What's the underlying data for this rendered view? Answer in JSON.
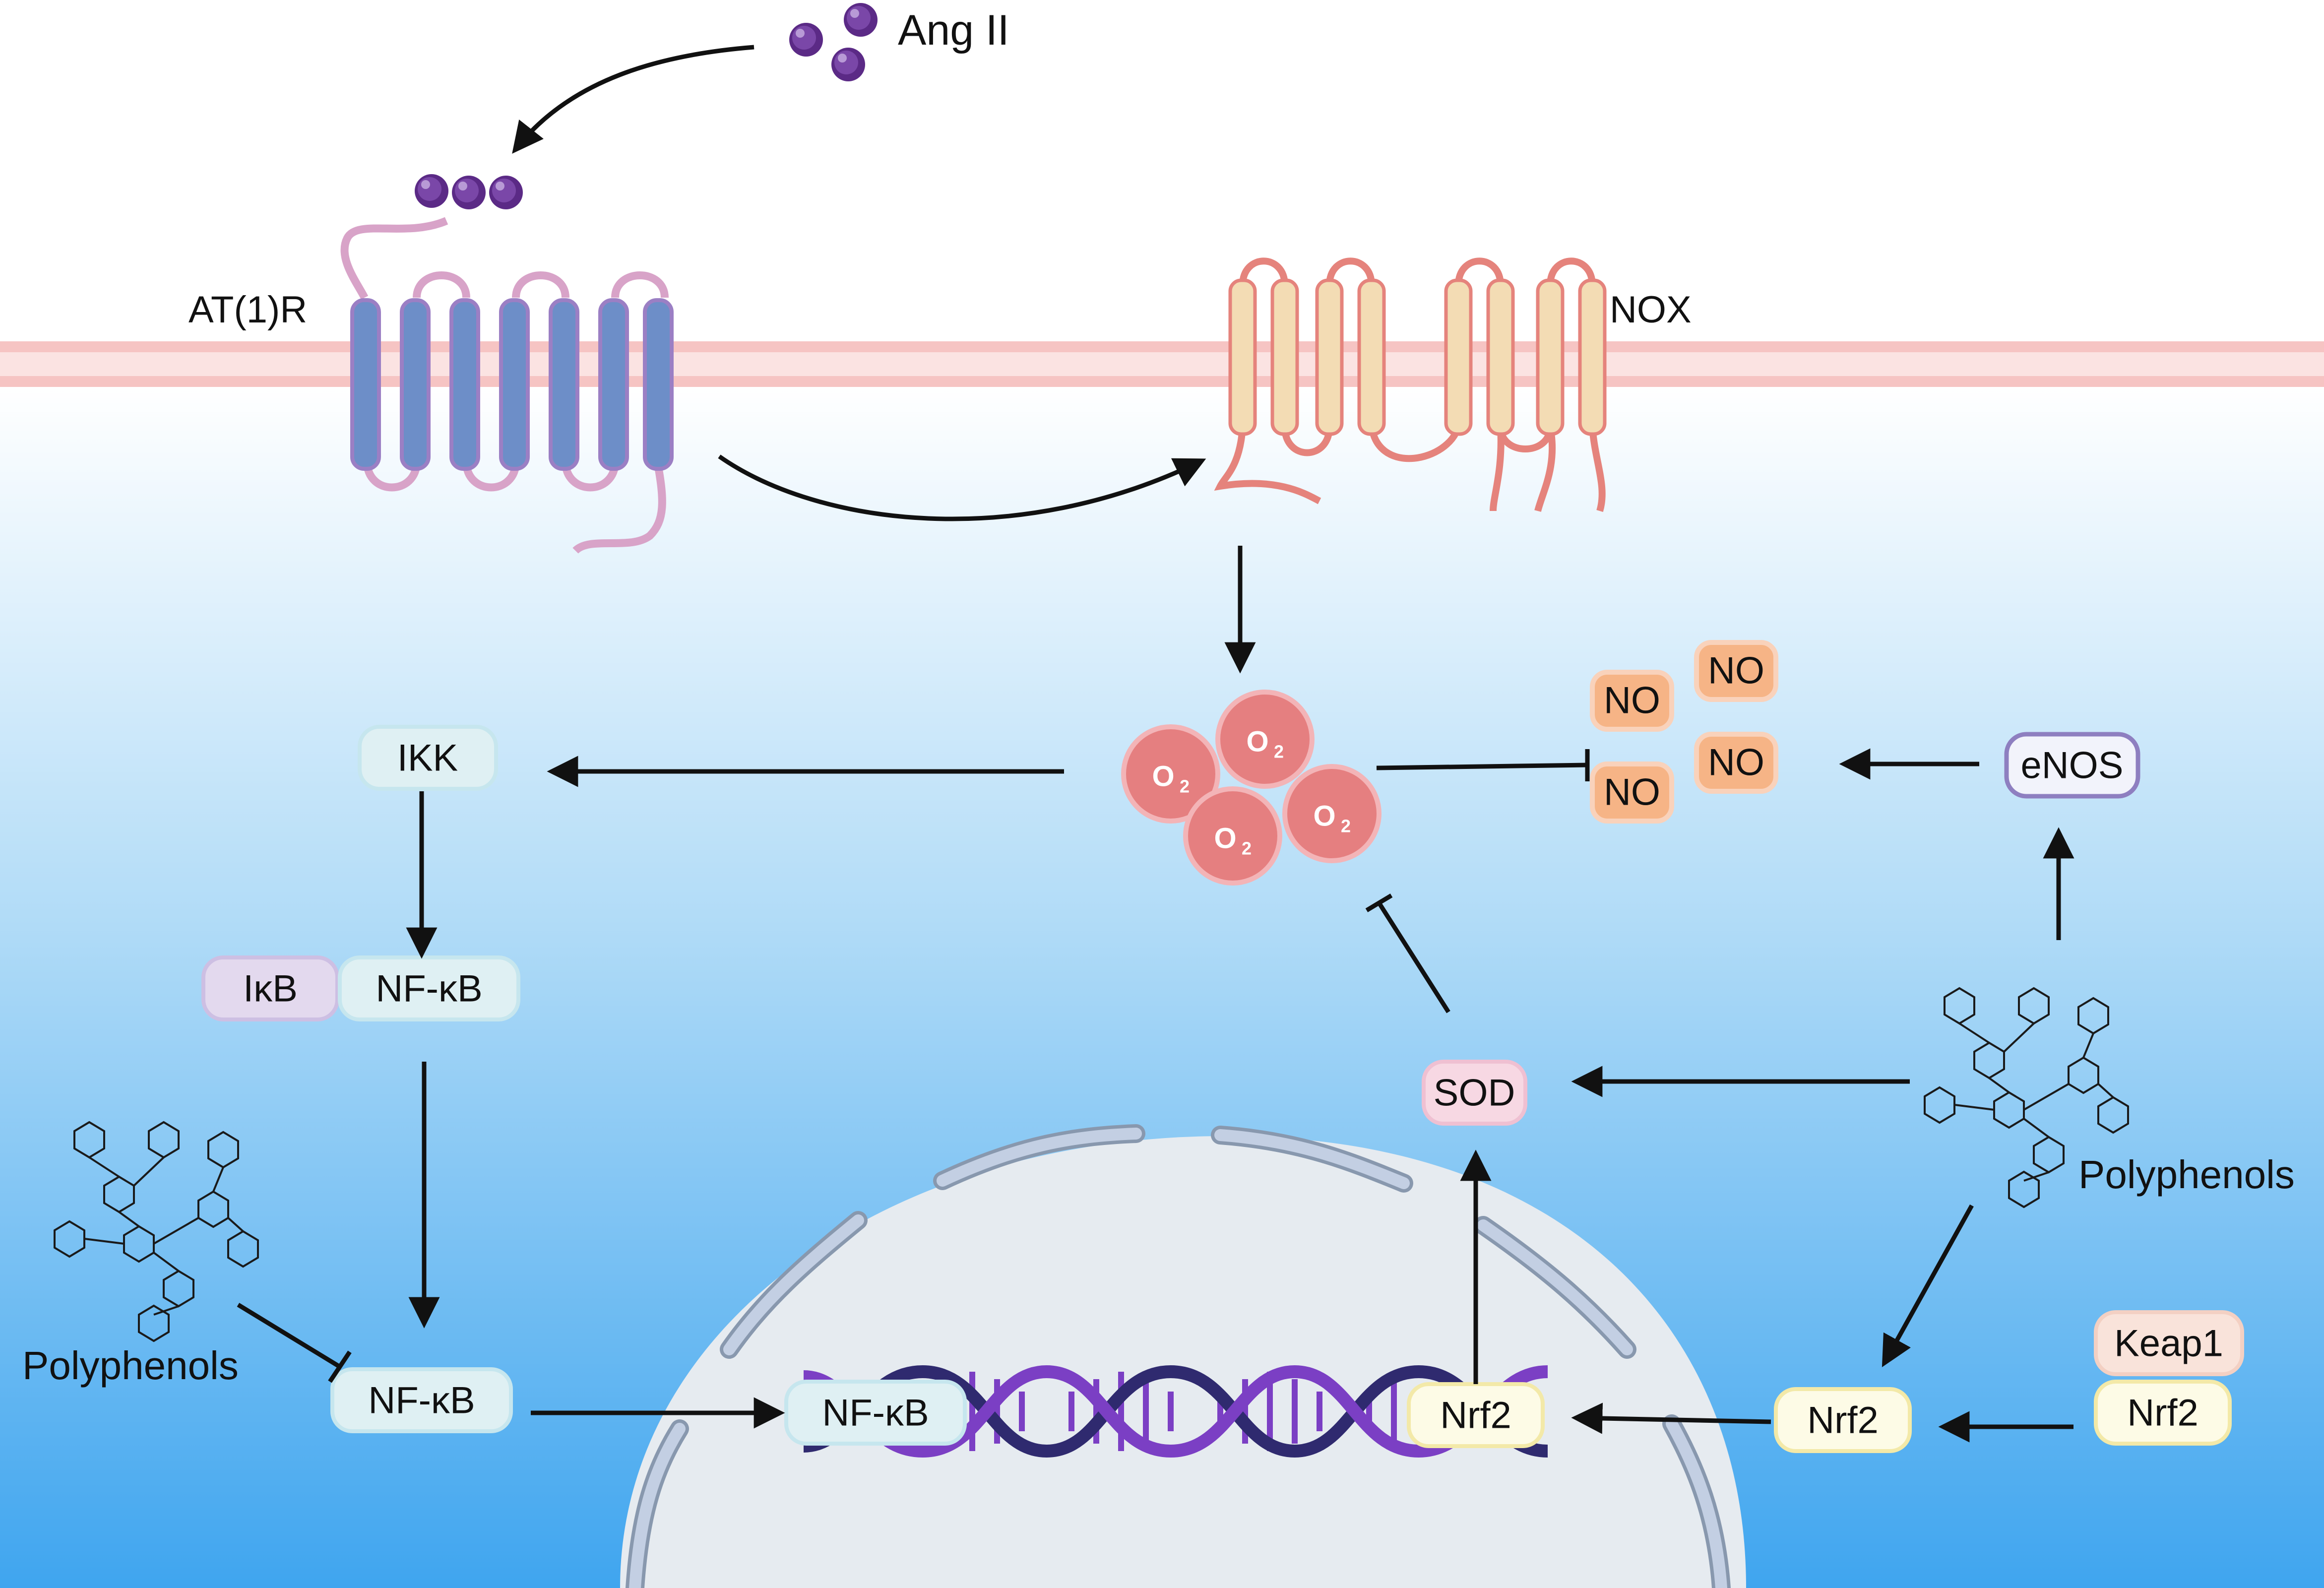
{
  "labels": {
    "ang2": "Ang II",
    "at1r": "AT(1)R",
    "nox": "NOX",
    "ikk": "IKK",
    "ikb": "IκB",
    "nfkb_complex": "NF-κB",
    "nfkb_cyto": "NF-κB",
    "nfkb_dna": "NF-κB",
    "nrf2_dna": "Nrf2",
    "nrf2_cyto": "Nrf2",
    "nrf2_keap": "Nrf2",
    "keap1": "Keap1",
    "sod": "SOD",
    "enos": "eNOS",
    "o2": "O",
    "o2_sub": "2",
    "no": "NO",
    "polyphenols_left": "Polyphenols",
    "polyphenols_right": "Polyphenols"
  },
  "colors": {
    "background_top": "#ffffff",
    "background_bottom": "#3fa5ef",
    "membrane": "#f6c9c7",
    "at1r_helix": "#6d8ec8",
    "at1r_loop": "#d8a3c8",
    "nox_helix": "#f3dcb4",
    "nox_loop": "#e5837c",
    "ang2_sphere": "#5b2a86",
    "o2_sphere": "#e57f80",
    "no_box": "#f6b486",
    "nucleus": "#e6ebf0",
    "nuclear_envelope": "#bfcbe0",
    "dna_dark": "#2f2a6f",
    "dna_light": "#7b3fc4"
  }
}
